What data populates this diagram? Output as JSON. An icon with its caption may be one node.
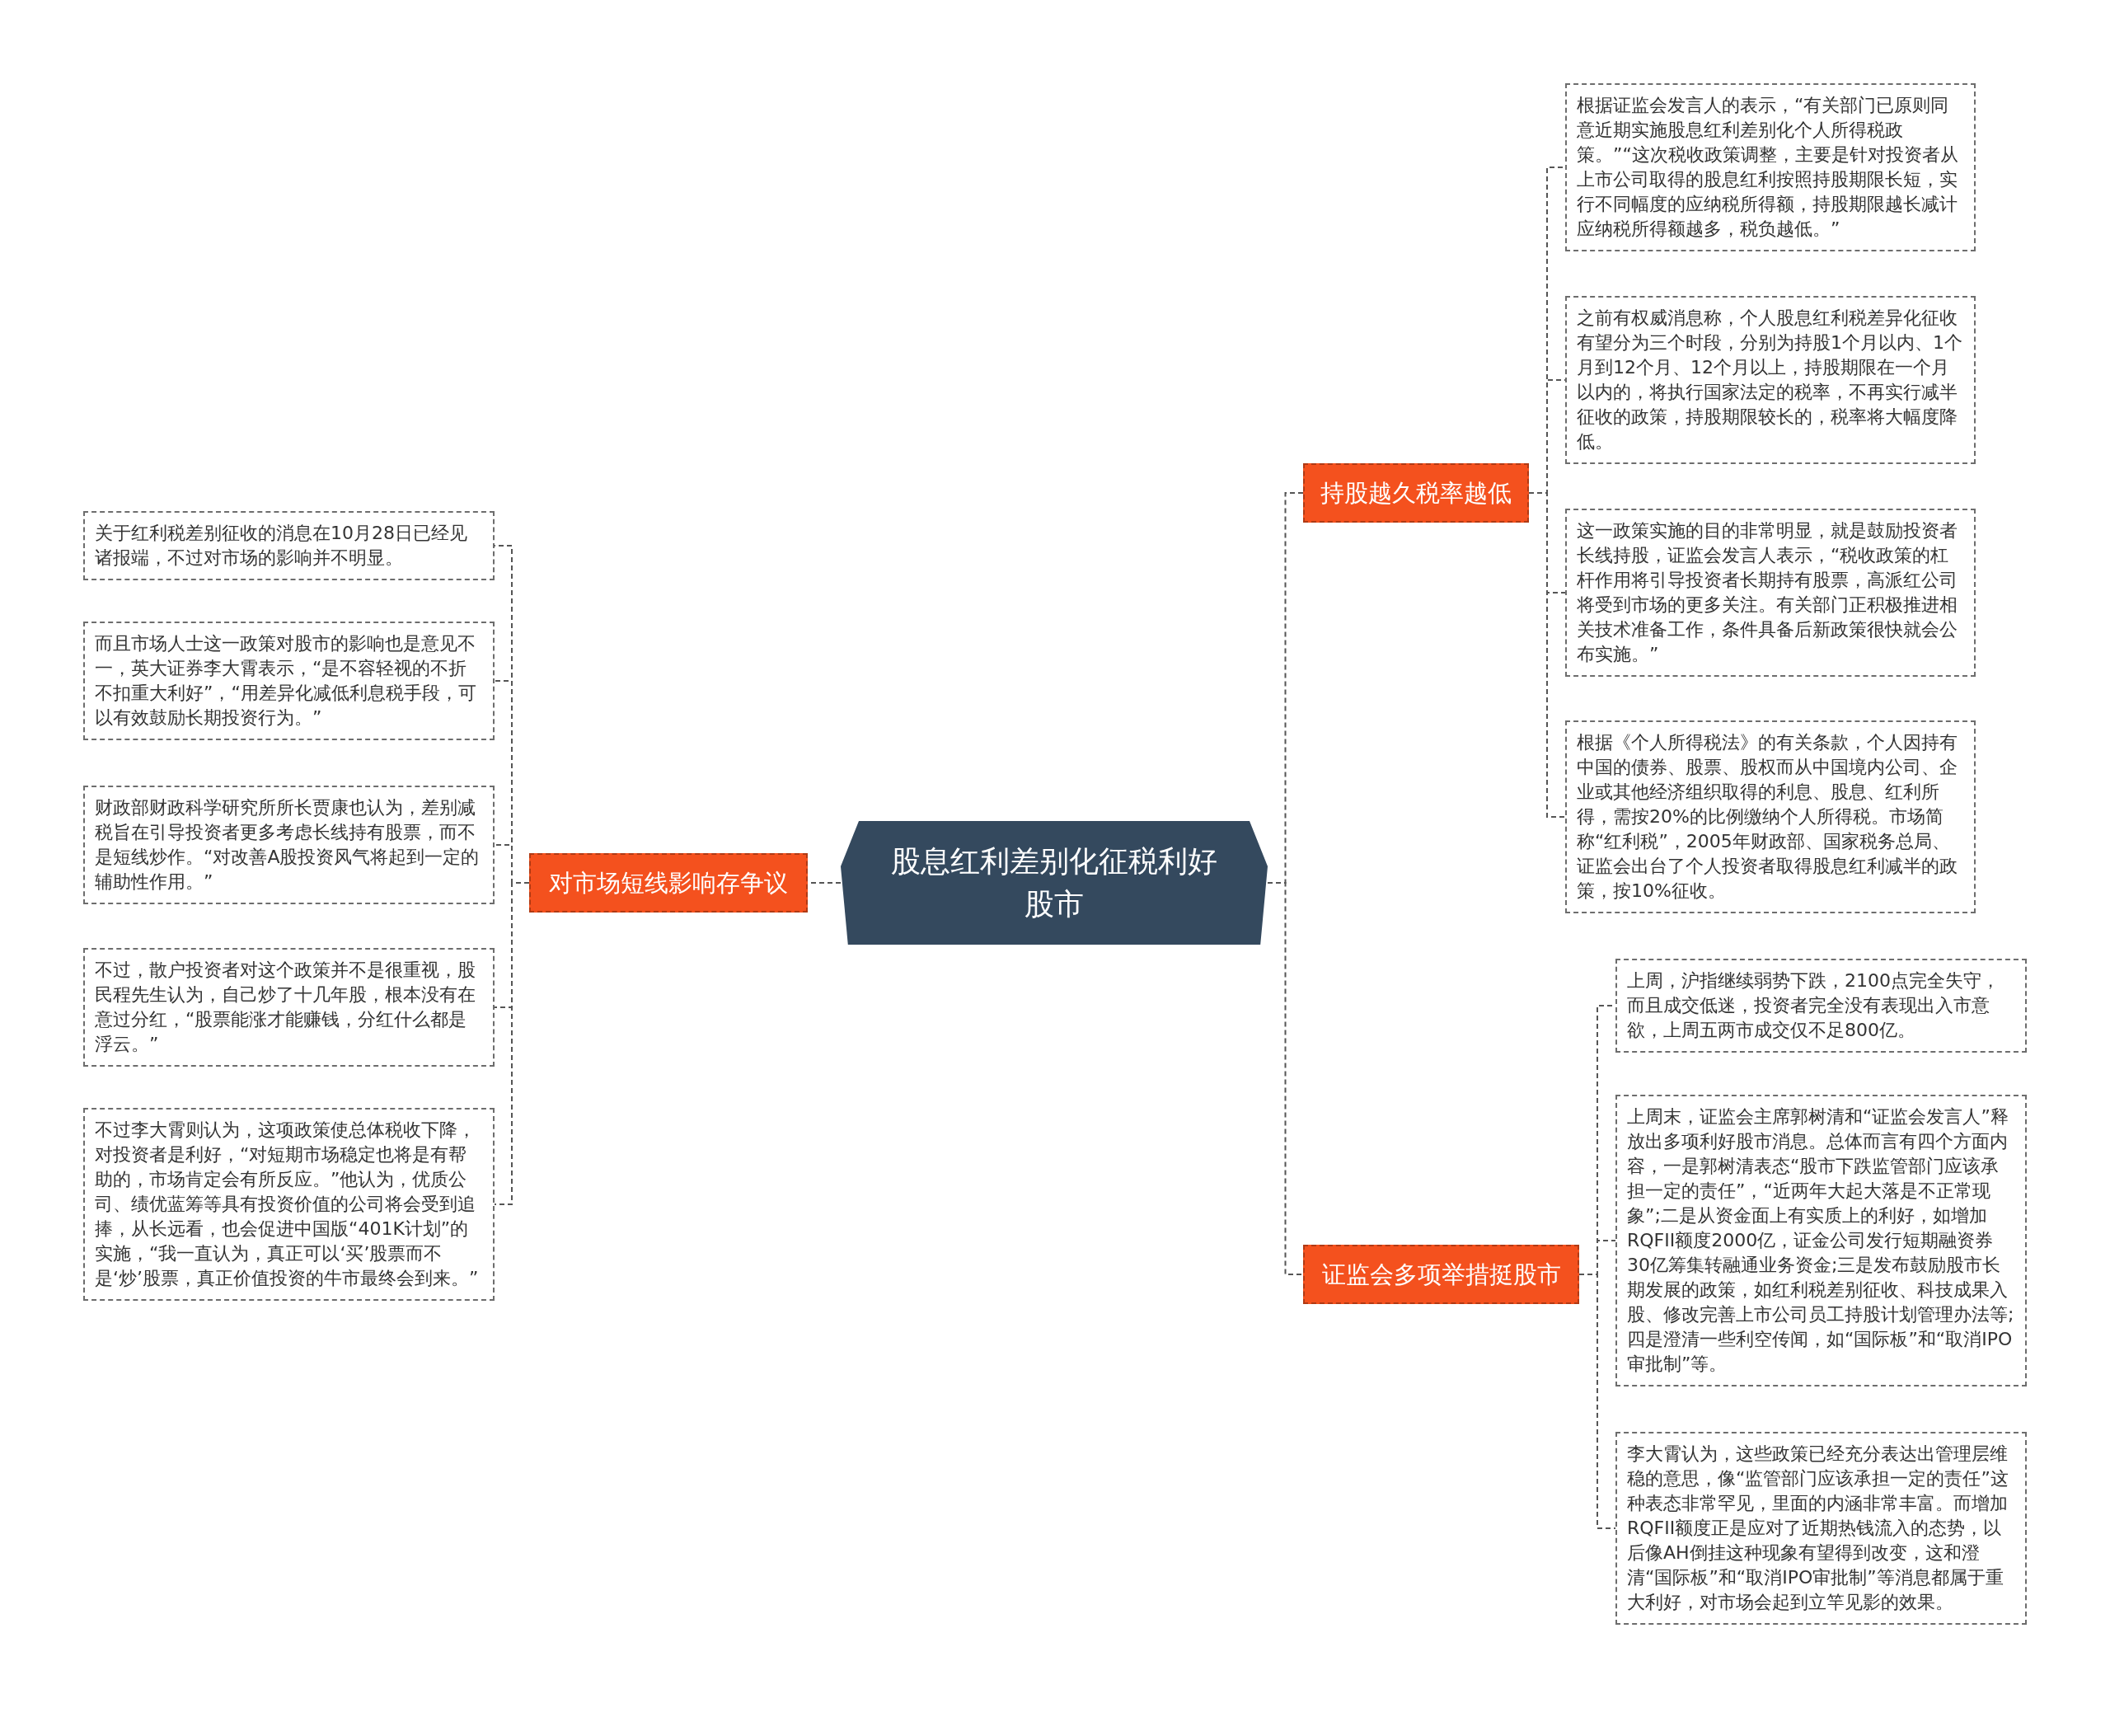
{
  "diagram": {
    "nodes": [
      {
        "text": [
          "股息红利差别化征税利好股市"
        ]
      },
      {
        "text": [
          "持股越久税率越低"
        ]
      },
      {
        "text": [
          "根据证监会发言人的表示，“有关部门已原则同意近期实施股息红利差别化个人所得税政策。”“这次税收政策调整，主要是针对投资者从上市公司取得的股息红利按照持股期限长短，实行不同幅度的应纳税所得额，持股期限越长减计应纳税所得额越多，税负越低。”"
        ]
      },
      {
        "text": [
          "之前有权威消息称，个人股息红利税差异化征收有望分为三个时段，分别为持股1个月以内、1个月到12个月、12个月以上，持股期限在一个月以内的，将执行国家法定的税率，不再实行减半征收的政策，持股期限较长的，税率将大幅度降低。"
        ]
      },
      {
        "text": [
          "这一政策实施的目的非常明显，就是鼓励投资者长线持股，证监会发言人表示，“税收政策的杠杆作用将引导投资者长期持有股票，高派红公司将受到市场的更多关注。有关部门正积极推进相关技术准备工作，条件具备后新政策很快就会公布实施。”"
        ]
      },
      {
        "text": [
          "根据《个人所得税法》的有关条款，个人因持有中国的债券、股票、股权而从中国境内公司、企业或其他经济组织取得的利息、股息、红利所得，需按20%的比例缴纳个人所得税。市场简称“红利税”，2005年财政部、国家税务总局、证监会出台了个人投资者取得股息红利减半的政策，按10%征收。"
        ]
      },
      {
        "text": [
          "证监会多项举措挺股市"
        ]
      },
      {
        "text": [
          "上周，沪指继续弱势下跌，2100点完全失守，而且成交低迷，投资者完全没有表现出入市意欲，上周五两市成交仅不足800亿。"
        ]
      },
      {
        "text": [
          "上周末，证监会主席郭树清和“证监会发言人”释放出多项利好股市消息。总体而言有四个方面内容，一是郭树清表态“股市下跌监管部门应该承担一定的责任”，“近两年大起大落是不正常现象”;二是从资金面上有实质上的利好，如增加RQFII额度2000亿，证金公司发行短期融资券30亿筹集转融通业务资金;三是发布鼓励股市长期发展的政策，如红利税差别征收、科技成果入股、修改完善上市公司员工持股计划管理办法等;四是澄清一些利空传闻，如“国际板”和“取消IPO审批制”等。"
        ]
      },
      {
        "text": [
          "李大霄认为，这些政策已经充分表达出管理层维稳的意思，像“监管部门应该承担一定的责任”这种表态非常罕见，里面的内涵非常丰富。而增加RQFII额度正是应对了近期热钱流入的态势，以后像AH倒挂这种现象有望得到改变，这和澄清“国际板”和“取消IPO审批制”等消息都属于重大利好，对市场会起到立竿见影的效果。"
        ]
      },
      {
        "text": [
          "对市场短线影响存争议"
        ]
      },
      {
        "text": [
          "关于红利税差别征收的消息在10月28日已经见诸报端，不过对市场的影响并不明显。"
        ]
      },
      {
        "text": [
          "而且市场人士这一政策对股市的影响也是意见不一，英大证券李大霄表示，“是不容轻视的不折不扣重大利好”，“用差异化减低利息税手段，可以有效鼓励长期投资行为。”"
        ]
      },
      {
        "text": [
          "财政部财政科学研究所所长贾康也认为，差别减税旨在引导投资者更多考虑长线持有股票，而不是短线炒作。“对改善A股投资风气将起到一定的辅助性作用。”"
        ]
      },
      {
        "text": [
          "不过，散户投资者对这个政策并不是很重视，股民程先生认为，自己炒了十几年股，根本没有在意过分红，“股票能涨才能赚钱，分红什么都是浮云。”"
        ]
      },
      {
        "text": [
          "不过李大霄则认为，这项政策使总体税收下降，对投资者是利好，“对短期市场稳定也将是有帮助的，市场肯定会有所反应。”他认为，优质公司、绩优蓝筹等具有投资价值的公司将会受到追捧，从长远看，也会促进中国版“401K计划”的实施，“我一直认为，真正可以‘买’股票而不是‘炒’股票，真正价值投资的牛市最终会到来。”"
        ]
      }
    ],
    "edges": [
      {
        "from": 0,
        "to": 1,
        "arrow": "none"
      },
      {
        "from": 1,
        "to": 2,
        "arrow": "none"
      },
      {
        "from": 1,
        "to": 3,
        "arrow": "none"
      },
      {
        "from": 1,
        "to": 4,
        "arrow": "none"
      },
      {
        "from": 1,
        "to": 5,
        "arrow": "none"
      },
      {
        "from": 0,
        "to": 6,
        "arrow": "none"
      },
      {
        "from": 6,
        "to": 7,
        "arrow": "none"
      },
      {
        "from": 6,
        "to": 8,
        "arrow": "none"
      },
      {
        "from": 6,
        "to": 9,
        "arrow": "none"
      },
      {
        "from": 0,
        "to": 10,
        "arrow": "none"
      },
      {
        "from": 10,
        "to": 11,
        "arrow": "none"
      },
      {
        "from": 10,
        "to": 12,
        "arrow": "none"
      },
      {
        "from": 10,
        "to": 13,
        "arrow": "none"
      },
      {
        "from": 10,
        "to": 14,
        "arrow": "none"
      },
      {
        "from": 10,
        "to": 15,
        "arrow": "none"
      }
    ]
  }
}
